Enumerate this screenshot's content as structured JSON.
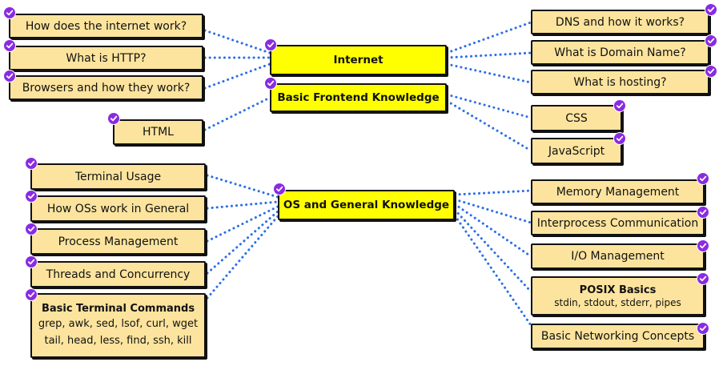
{
  "colors": {
    "topic": "#ffff00",
    "subtopic": "#fde49e",
    "done": "#8a2be2",
    "link": "#2a6ee8"
  },
  "topics": {
    "internet": "Internet",
    "frontend": "Basic Frontend Knowledge",
    "os": "OS and General Knowledge"
  },
  "left": {
    "internet_work": "How does the internet work?",
    "http": "What is HTTP?",
    "browsers": "Browsers and how they work?",
    "html": "HTML",
    "terminal": "Terminal Usage",
    "os_work": "How OSs work in General",
    "process": "Process Management",
    "threads": "Threads and Concurrency",
    "commands": {
      "title": "Basic Terminal Commands",
      "line1": "grep, awk, sed, lsof, curl, wget",
      "line2": "tail, head, less, find, ssh, kill"
    }
  },
  "right": {
    "dns": "DNS and how it works?",
    "domain": "What is Domain Name?",
    "hosting": "What is hosting?",
    "css": "CSS",
    "javascript": "JavaScript",
    "memory": "Memory Management",
    "ipc": "Interprocess Communication",
    "io": "I/O Management",
    "posix": {
      "title": "POSIX Basics",
      "subtitle": "stdin, stdout, stderr, pipes"
    },
    "networking": "Basic Networking Concepts"
  },
  "status_icon": "check-circle-icon"
}
